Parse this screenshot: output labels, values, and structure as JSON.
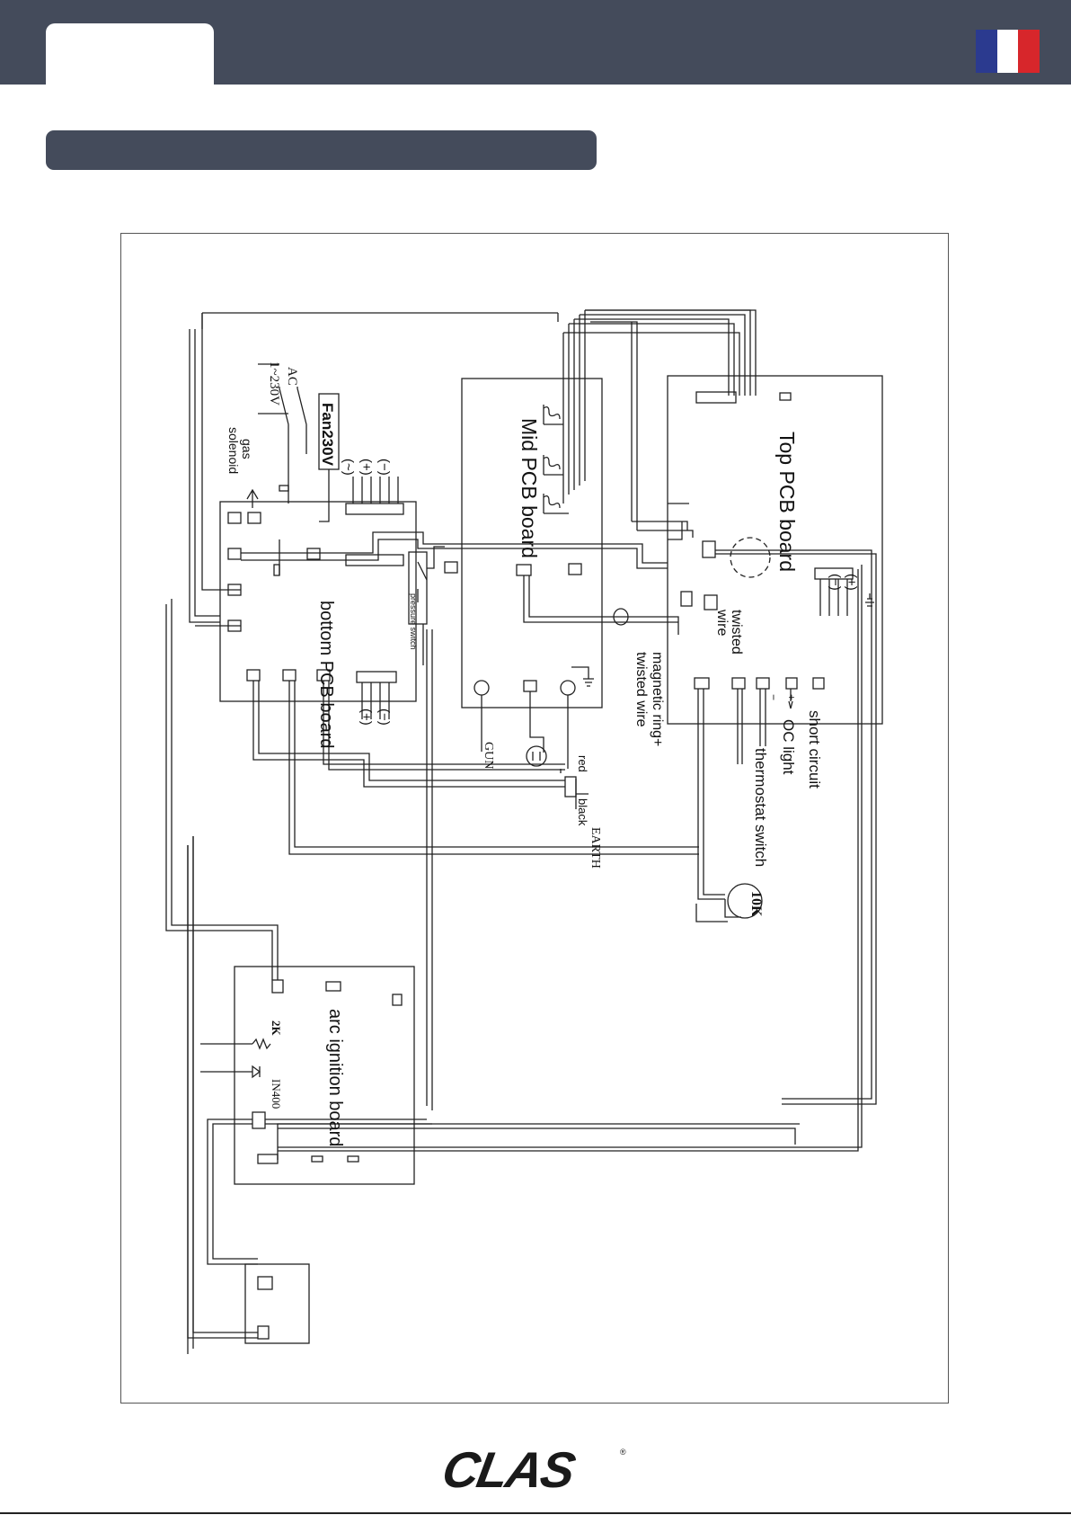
{
  "header": {
    "flag_colors": [
      "#2b3a8f",
      "#ffffff",
      "#d7262b"
    ],
    "brand_color": "#444b5b"
  },
  "diagram": {
    "boards": {
      "top": "Top PCB board",
      "mid": "Mid PCB board",
      "bottom": "bottom PCB board",
      "arc": "arc ignition board"
    },
    "labels": {
      "ac": "AC",
      "voltage": "1~230V",
      "fan": "Fan230V",
      "gas": "gas",
      "solenoid": "solenoid",
      "tilde": "(~)",
      "plus": "(+)",
      "minus": "(−)",
      "pressure_switch": "pressure switch",
      "magnetic_ring": "magnetic ring+",
      "twisted_wire_long": "twisted wire",
      "twisted": "twisted",
      "wire": "wire",
      "gun": "GUN",
      "red": "red",
      "black": "black",
      "earth": "EARTH",
      "short_circuit": "short circuit",
      "oc_light": "OC light",
      "thermostat": "thermostat switch",
      "thermistor": "10K",
      "resistor": "2K",
      "diode": "IN400",
      "pol_plus": "+",
      "pol_minus": "−"
    }
  },
  "footer": {
    "logo_text": "CLAS",
    "trademark": "®"
  }
}
